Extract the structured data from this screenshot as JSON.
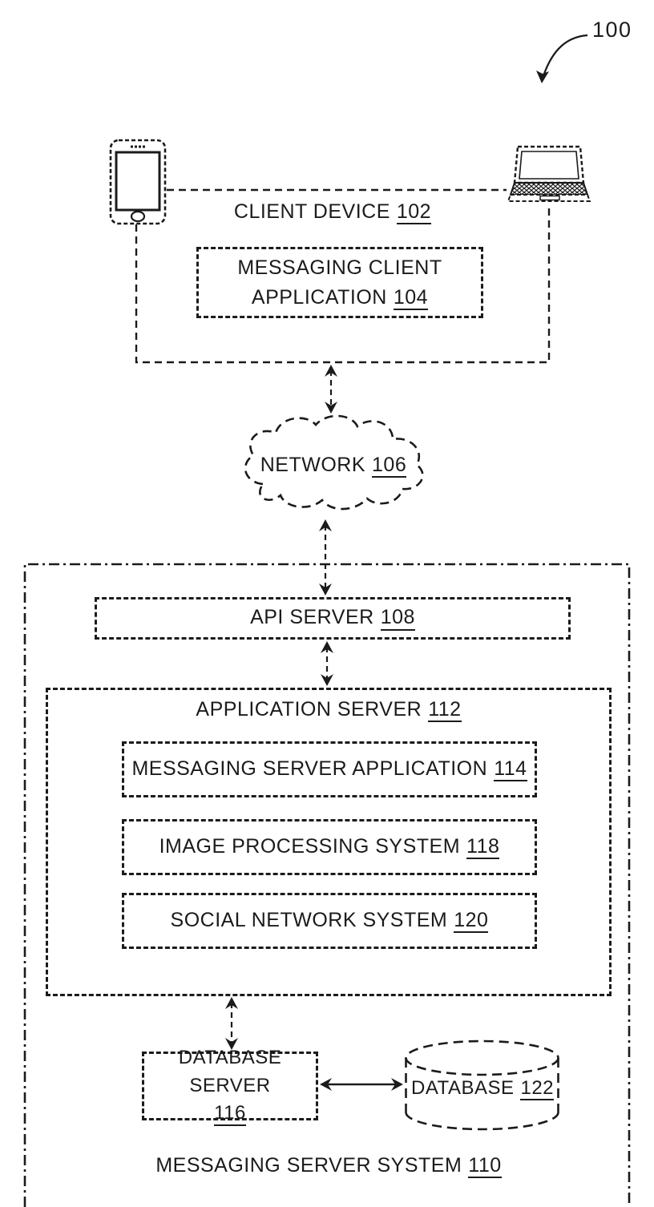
{
  "figure": {
    "ref": "100",
    "client_device": {
      "label": "CLIENT DEVICE",
      "ref": "102"
    },
    "messaging_client_application": {
      "line1": "MESSAGING CLIENT",
      "line2": "APPLICATION",
      "ref": "104"
    },
    "network": {
      "label": "NETWORK",
      "ref": "106"
    },
    "api_server": {
      "label": "API SERVER",
      "ref": "108"
    },
    "application_server": {
      "label": "APPLICATION SERVER",
      "ref": "112"
    },
    "messaging_server_application": {
      "label": "MESSAGING SERVER APPLICATION",
      "ref": "114"
    },
    "image_processing_system": {
      "label": "IMAGE PROCESSING SYSTEM",
      "ref": "118"
    },
    "social_network_system": {
      "label": "SOCIAL NETWORK SYSTEM",
      "ref": "120"
    },
    "database_server": {
      "label": "DATABASE SERVER",
      "ref": "116"
    },
    "database": {
      "label": "DATABASE",
      "ref": "122"
    },
    "messaging_server_system": {
      "label": "MESSAGING SERVER SYSTEM",
      "ref": "110"
    },
    "icons": {
      "smartphone": "smartphone-icon",
      "laptop": "laptop-icon",
      "network": "cloud-icon",
      "database": "cylinder-icon"
    },
    "colors": {
      "ink": "#1b1b1b",
      "background": "#ffffff"
    }
  }
}
